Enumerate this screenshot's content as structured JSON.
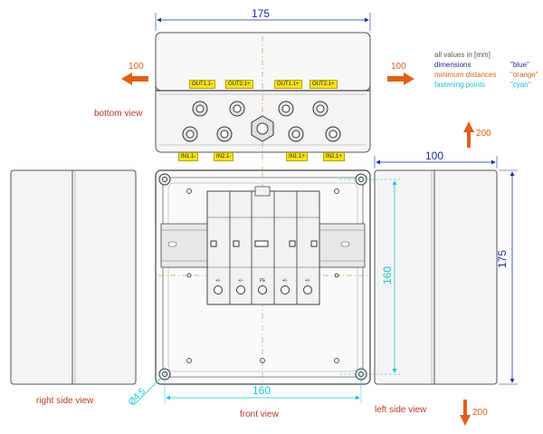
{
  "legend": {
    "note": "all values in [mm]",
    "rows": [
      {
        "key": "dimensions",
        "value": "\"blue\"",
        "color": "#1a2f9c"
      },
      {
        "key": "minimum distances",
        "value": "\"orange\"",
        "color": "#e0601a"
      },
      {
        "key": "fastening points",
        "value": "\"cyan\"",
        "color": "#18c4d8"
      }
    ]
  },
  "views": {
    "bottom": "bottom view",
    "front": "front view",
    "right_side": "right side view",
    "left_side": "left side view"
  },
  "dimensions": {
    "top_width": "175",
    "side_depth": "100",
    "right_height": "175",
    "inner_height": "160",
    "inner_width": "160",
    "hole_diameter": "Ø4,5"
  },
  "min_distances": {
    "left": "100",
    "right": "100",
    "top": "200",
    "bottom": "200"
  },
  "connectors": {
    "top_row": [
      "OUT1.1-",
      "OUT2.1+",
      "OUT1.1+",
      "OUT2.1+"
    ],
    "bottom_row": [
      "IN1.1-",
      "IN2.1-",
      "IN1.1+",
      "IN2.1+"
    ]
  },
  "module_markings": [
    "+/-",
    "+/-",
    "PE",
    "+/-",
    "+/-"
  ],
  "colors": {
    "dimension": "#1a2f9c",
    "min_distance": "#e0601a",
    "fastening": "#18c4d8",
    "label_tag": "#f5e21a"
  }
}
